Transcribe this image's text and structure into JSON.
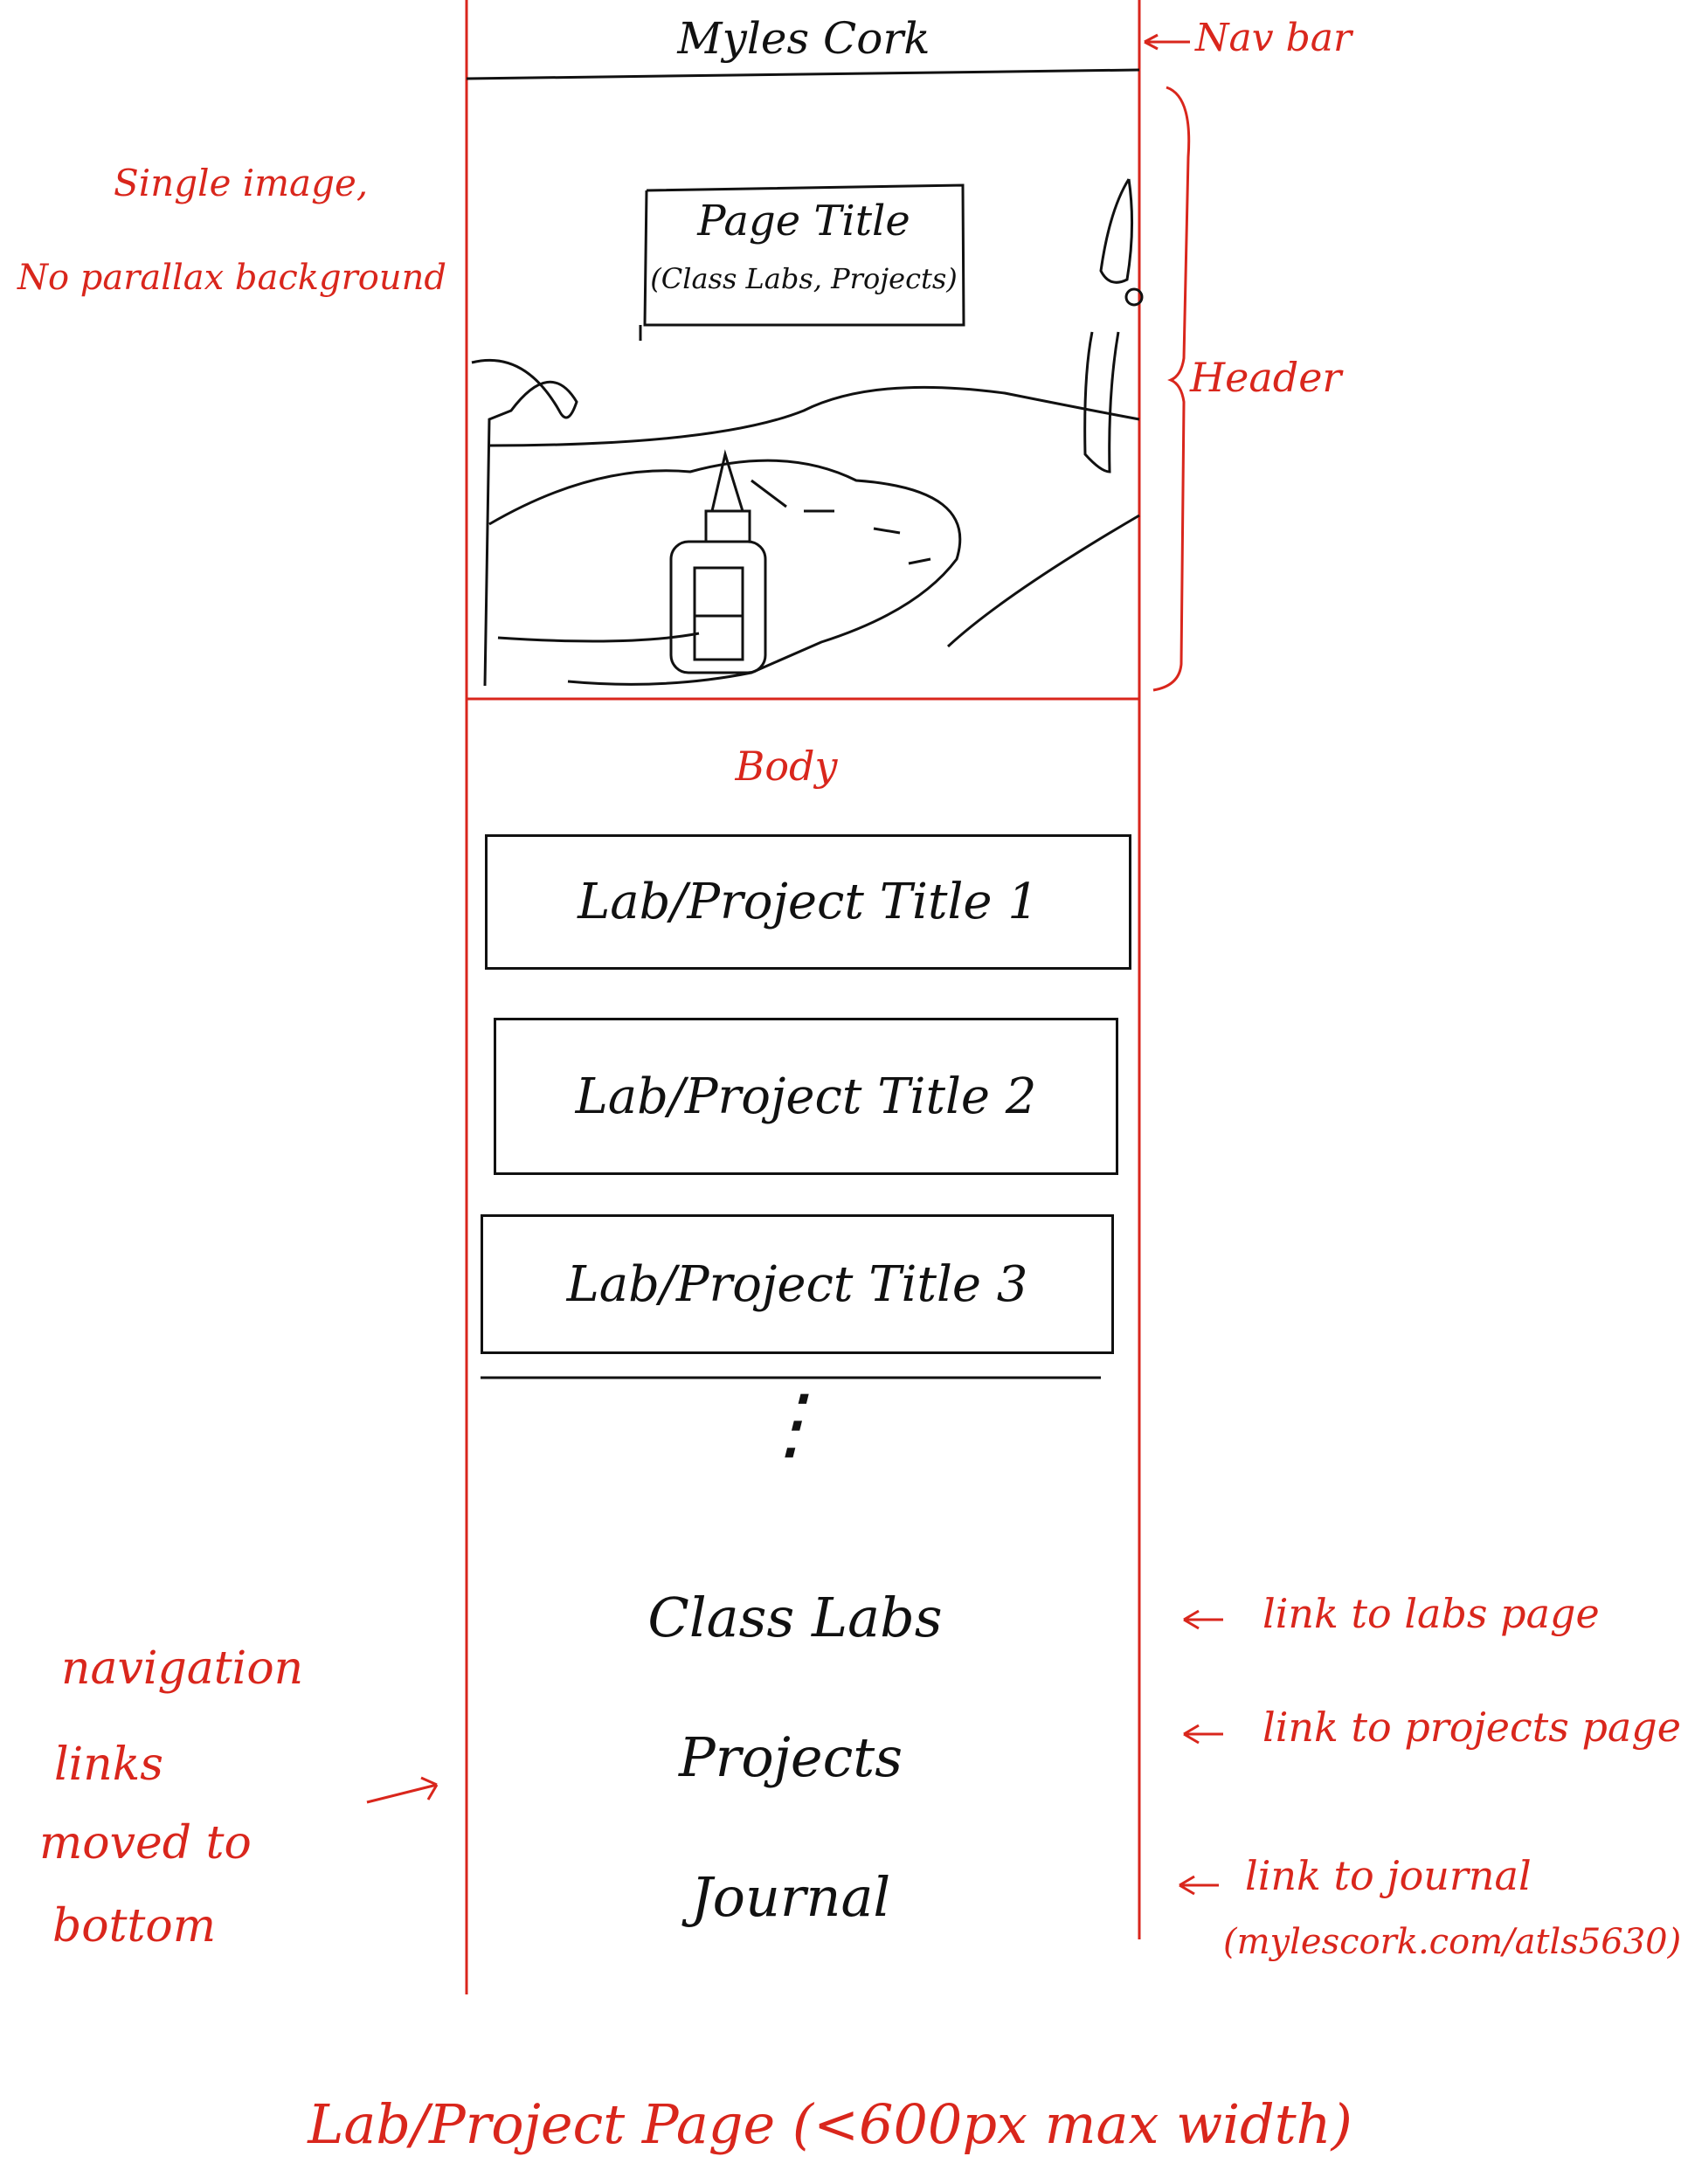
{
  "sketch": {
    "nav_title": "Myles Cork",
    "page_title_box": {
      "line1": "Page Title",
      "line2": "(Class Labs, Projects)"
    },
    "body_label": "Body",
    "items": [
      "Lab/Project Title 1",
      "Lab/Project Title 2",
      "Lab/Project Title 3"
    ],
    "more_indicator": "⋮",
    "bottom_links": [
      "Class Labs",
      "Projects",
      "Journal"
    ]
  },
  "annotations": {
    "nav_bar": "Nav bar",
    "header": "Header",
    "single_image": [
      "Single image,",
      "No parallax background"
    ],
    "navigation_links": [
      "navigation",
      "links",
      "moved to",
      "bottom"
    ],
    "link_labs": "link to labs page",
    "link_projects": "link to projects page",
    "link_journal": [
      "link to journal",
      "(mylescork.com/atls5630)"
    ],
    "page_caption": "Lab/Project Page (<600px max width)"
  },
  "colors": {
    "ink": "#111111",
    "annotation_red": "#d9261c"
  }
}
